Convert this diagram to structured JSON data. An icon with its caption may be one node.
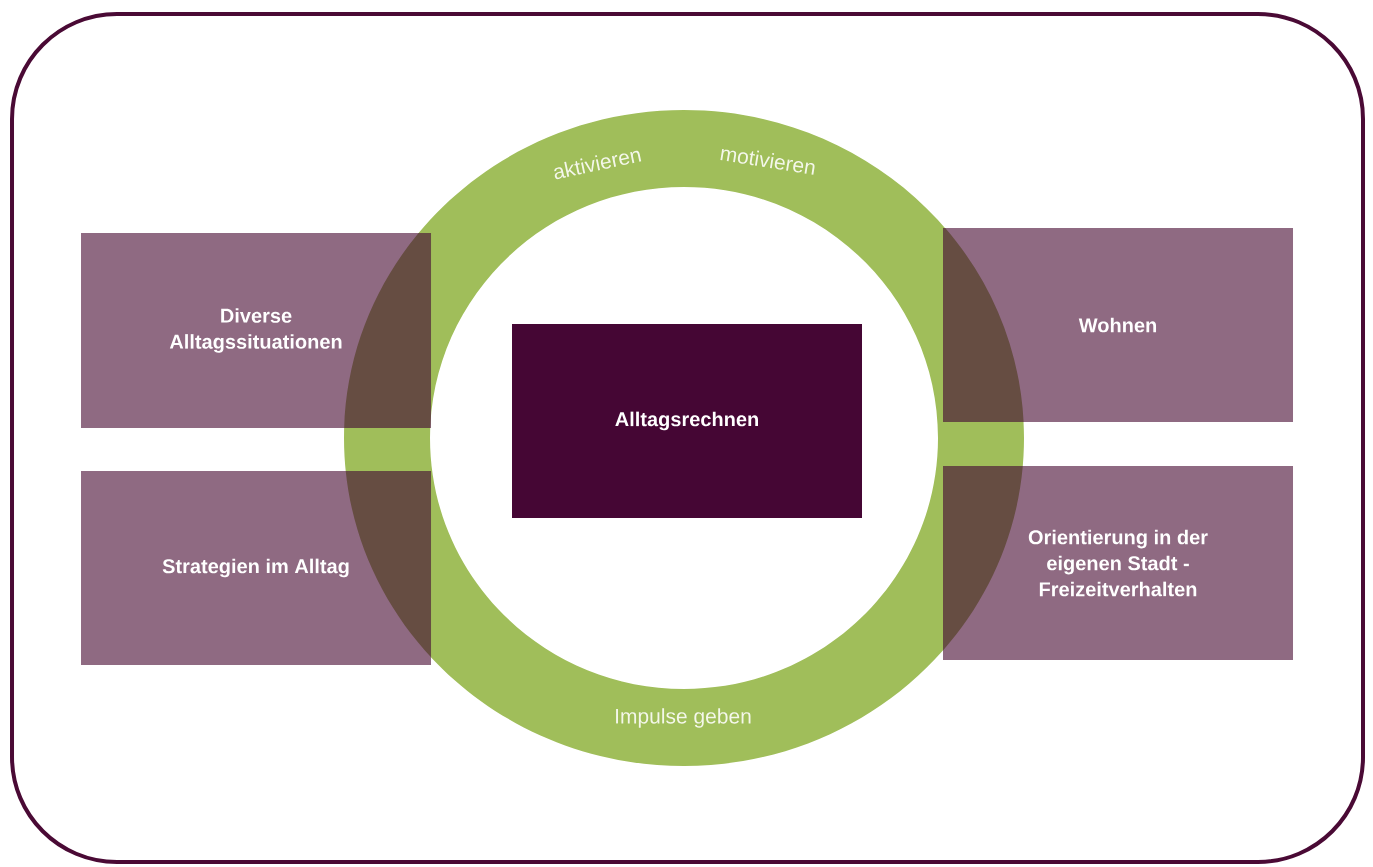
{
  "diagram": {
    "nodes": [
      {
        "text": [
          "aktivieren",
          "motivieren",
          "Impulse geben"
        ]
      },
      {
        "text": [
          "Alltagsrechnen"
        ],
        "in": 0
      },
      {
        "text": [
          "Diverse Alltagssituationen"
        ]
      },
      {
        "text": [
          "Strategien im Alltag"
        ]
      },
      {
        "text": [
          "Wohnen"
        ]
      },
      {
        "text": [
          "Orientierung in der eigenen Stadt - Freizeitverhalten"
        ]
      }
    ]
  }
}
